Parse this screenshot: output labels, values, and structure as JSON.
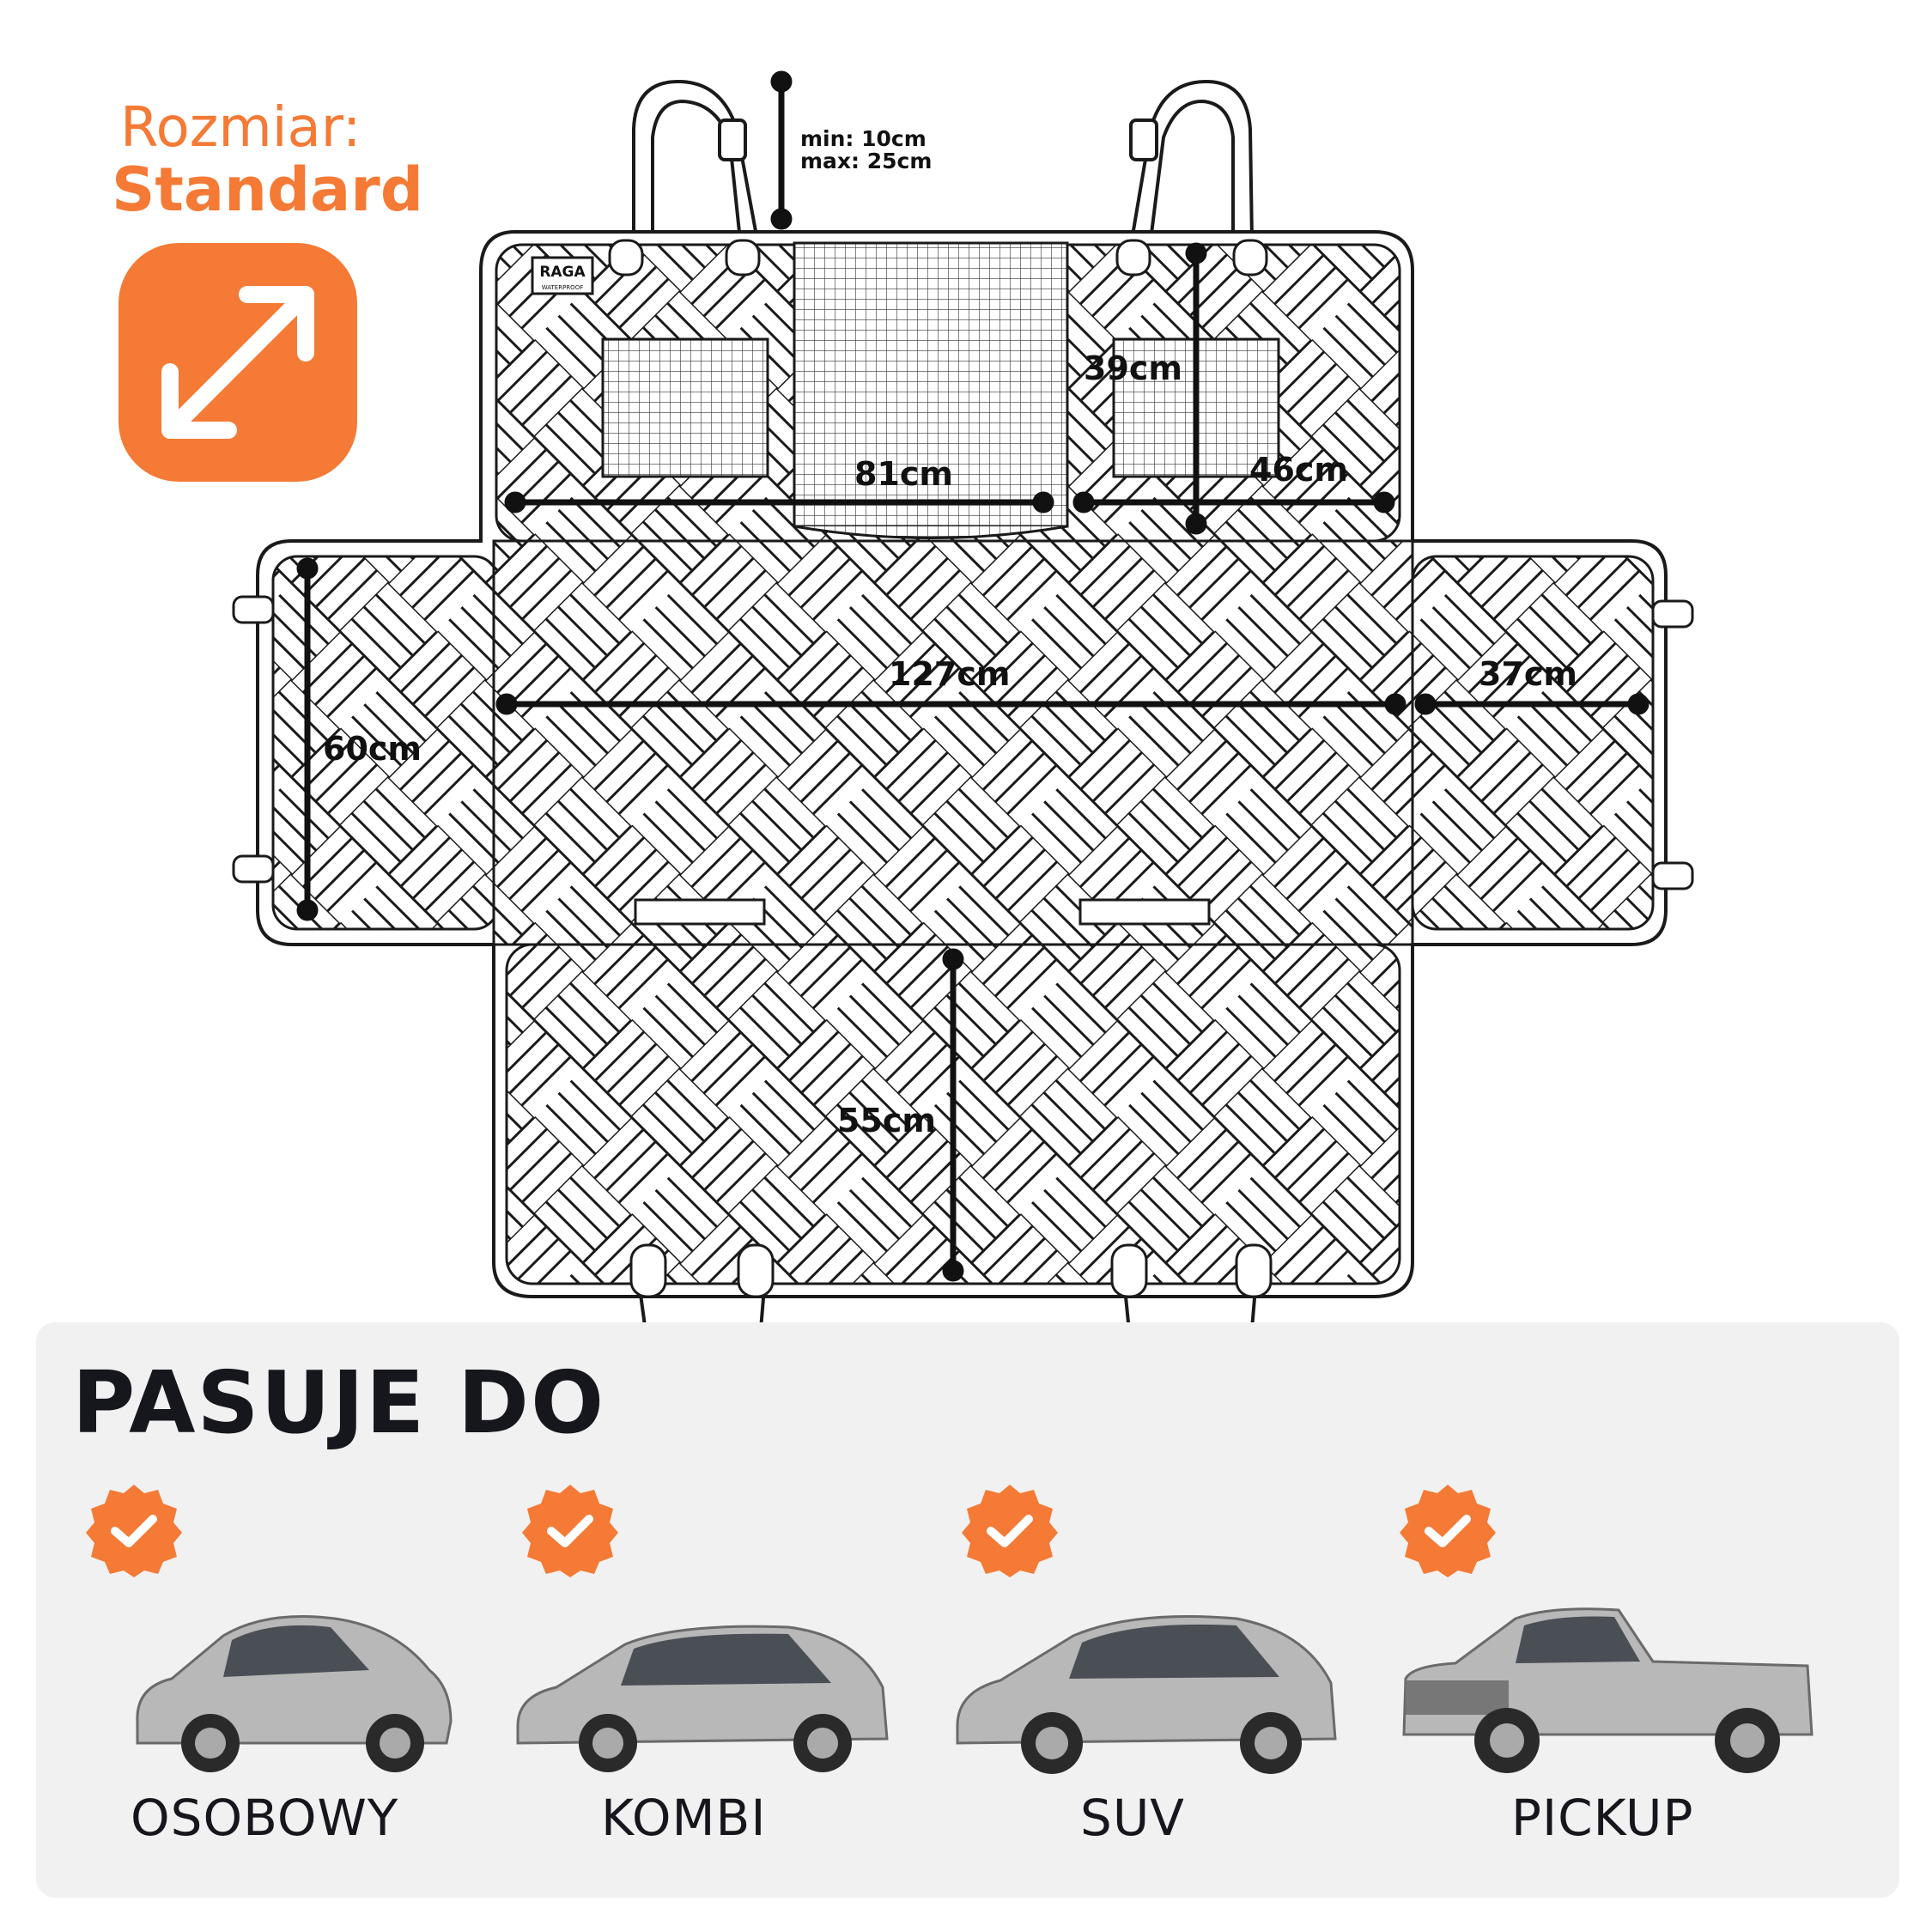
{
  "size": {
    "label": "Rozmiar:",
    "value": "Standard",
    "icon": "resize-diagonal-arrows-icon",
    "accent_color": "#f47a35"
  },
  "product": {
    "brand_logo_text": "RAGA",
    "brand_logo_subtext": "WATERPROOF"
  },
  "dimensions": {
    "strap_range_min": "min: 10cm",
    "strap_range_max": "max: 25cm",
    "top_left_width": "81cm",
    "top_right_width": "46cm",
    "top_height": "39cm",
    "seat_width": "127cm",
    "side_width": "37cm",
    "side_height": "60cm",
    "bottom_height": "55cm"
  },
  "fits": {
    "title": "PASUJE DO",
    "badge_icon": "check-badge-icon",
    "vehicles": [
      {
        "label": "OSOBOWY",
        "icon": "hatchback-car-icon"
      },
      {
        "label": "KOMBI",
        "icon": "wagon-car-icon"
      },
      {
        "label": "SUV",
        "icon": "suv-car-icon"
      },
      {
        "label": "PICKUP",
        "icon": "pickup-truck-icon"
      }
    ]
  }
}
